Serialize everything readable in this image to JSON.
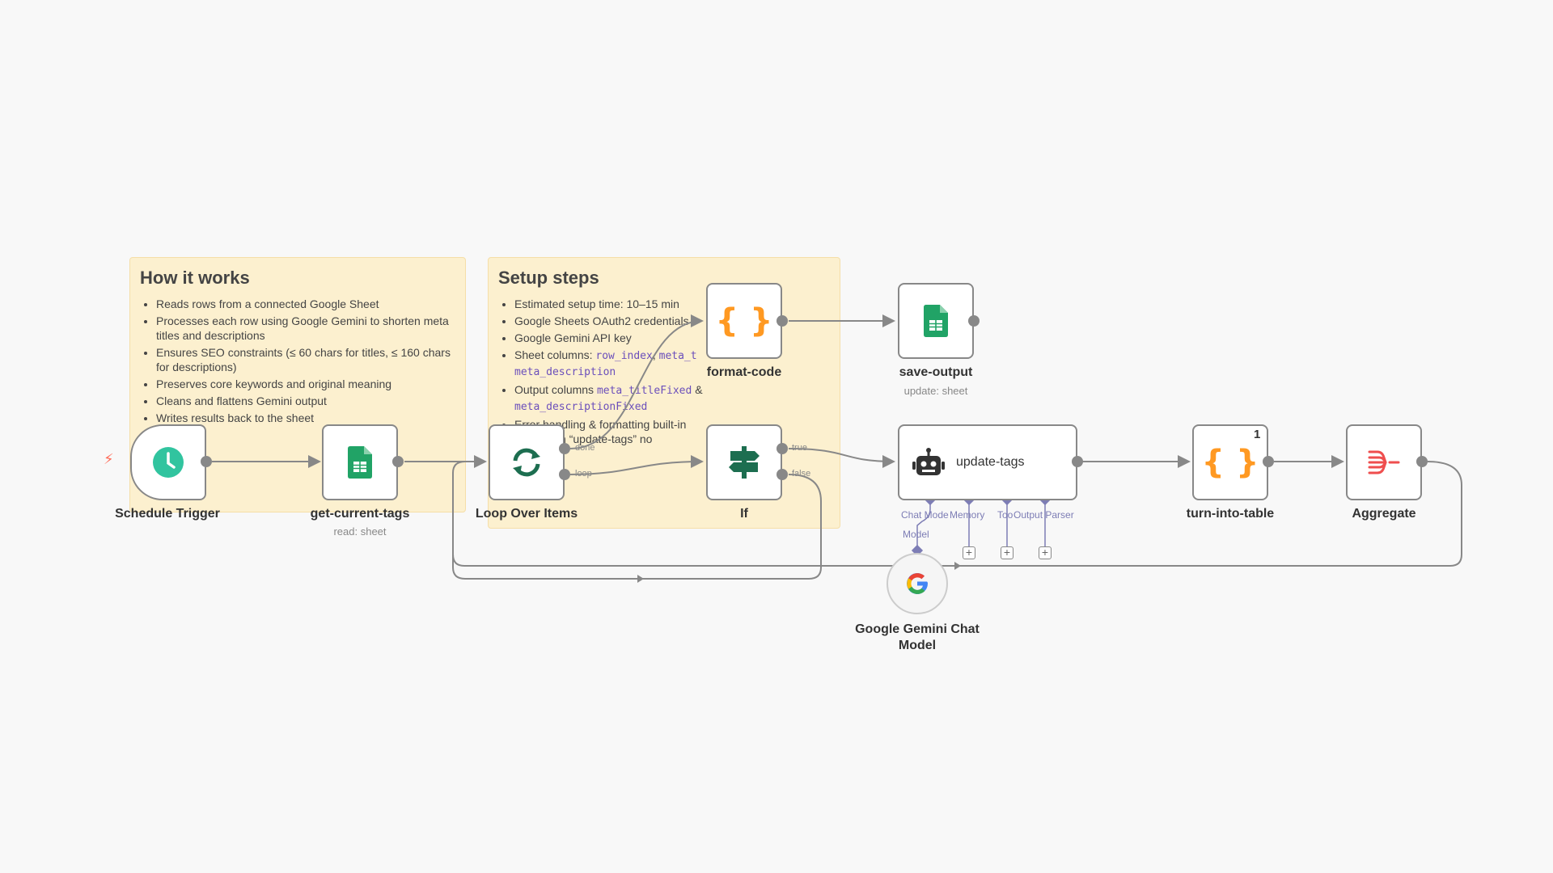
{
  "sticky_notes": {
    "how_it_works": {
      "title": "How it works",
      "items": [
        "Reads rows from a connected Google Sheet",
        "Processes each row using Google Gemini to shorten meta titles and descriptions",
        "Ensures SEO constraints (≤ 60 chars for titles, ≤ 160 chars for descriptions)",
        "Preserves core keywords and original meaning",
        "Cleans and flattens Gemini output",
        "Writes results back to the sheet"
      ]
    },
    "setup_steps": {
      "title": "Setup steps",
      "item1": "Estimated setup time: 10–15 min",
      "item2": "Google Sheets OAuth2 credentials",
      "item3": "Google Gemini API key",
      "item4_prefix": "Sheet columns: ",
      "item4_code1": "row_index",
      "item4_code2": "meta_t",
      "item4_code3": "meta_description",
      "item5_prefix": "Output columns ",
      "item5_code1": "meta_titleFixed",
      "item5_amp": " &",
      "item5_code2": "meta_descriptionFixed",
      "item6a": "Error handling & formatting built-in",
      "item6b": "editable in “update-tags” no"
    }
  },
  "nodes": {
    "schedule_trigger": {
      "title": "Schedule Trigger"
    },
    "get_current_tags": {
      "title": "get-current-tags",
      "subtitle": "read: sheet"
    },
    "loop_over_items": {
      "title": "Loop Over Items",
      "done_label": "done",
      "loop_label": "loop"
    },
    "format_code": {
      "title": "format-code"
    },
    "save_output": {
      "title": "save-output",
      "subtitle": "update: sheet"
    },
    "if_node": {
      "title": "If",
      "true_label": "true",
      "false_label": "false"
    },
    "update_tags": {
      "title": "update-tags",
      "sub_chat_model_1": "Chat Mode",
      "sub_chat_model_2": "Model",
      "sub_memory": "Memory",
      "sub_tool": "Too",
      "sub_output_parser": "Output Parser"
    },
    "gemini": {
      "title": "Google Gemini Chat Model"
    },
    "turn_into_table": {
      "title": "turn-into-table",
      "badge": "1"
    },
    "aggregate": {
      "title": "Aggregate"
    }
  },
  "colors": {
    "sticky_bg": "#fcf0cf",
    "wire": "#888888",
    "sub_wire": "#7d7db5",
    "sheets_green": "#21a366",
    "code_orange": "#ff9922",
    "trigger_teal": "#31c49f",
    "aggregate_red": "#ef4e4e"
  }
}
